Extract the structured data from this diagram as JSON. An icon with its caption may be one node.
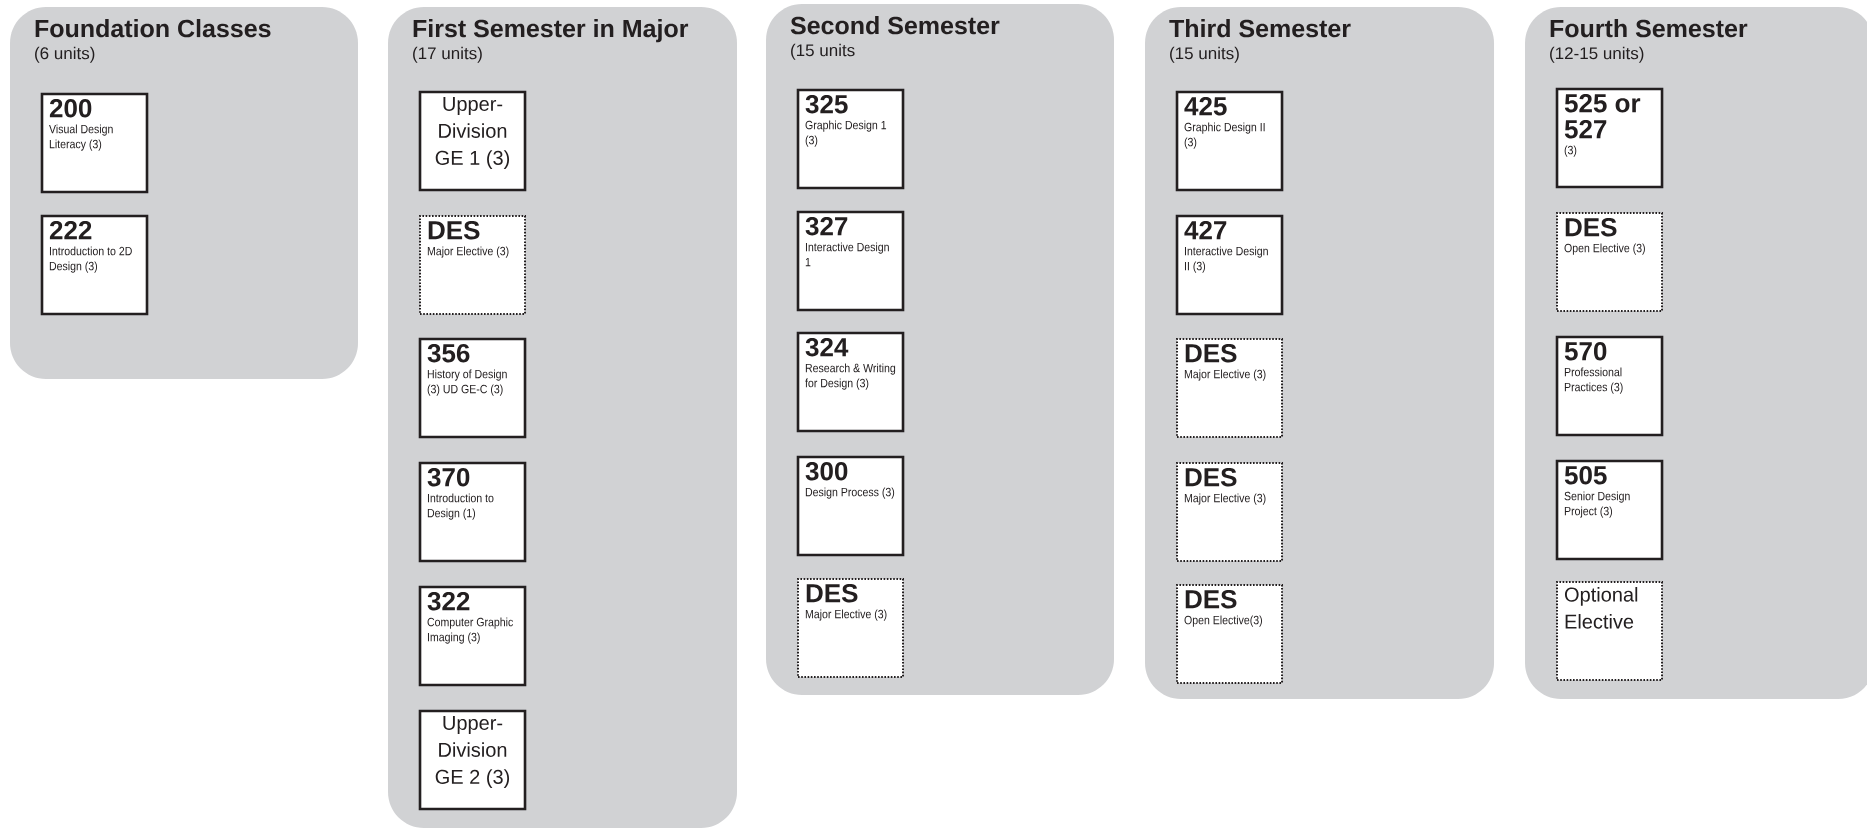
{
  "diagram": {
    "nodes": [
      {
        "text": [
          "Foundation Classes",
          "(6 units)"
        ]
      },
      {
        "text": [
          "200",
          "Visual Design Literacy (3)"
        ],
        "in": 0
      },
      {
        "text": [
          "222",
          "Introduction to 2D Design (3)"
        ],
        "in": 0
      },
      {
        "text": [
          "First Semester in Major",
          "(17 units)"
        ]
      },
      {
        "text": [
          "Upper-Division GE 1 (3)"
        ],
        "in": 3
      },
      {
        "text": [
          "DES",
          "Major Elective (3)"
        ],
        "in": 3
      },
      {
        "text": [
          "356",
          "History of Design (3) UD GE-C (3)"
        ],
        "in": 3
      },
      {
        "text": [
          "370",
          "Introduction to Design (1)"
        ],
        "in": 3
      },
      {
        "text": [
          "322",
          "Computer Graphic Imaging (3)"
        ],
        "in": 3
      },
      {
        "text": [
          "Upper-Division GE 2 (3)"
        ],
        "in": 3
      },
      {
        "text": [
          "Second Semester",
          "(15 units"
        ]
      },
      {
        "text": [
          "325",
          "Graphic Design 1 (3)"
        ],
        "in": 10
      },
      {
        "text": [
          "327",
          "Interactive Design 1"
        ],
        "in": 10
      },
      {
        "text": [
          "324",
          "Research & Writing for Design (3)"
        ],
        "in": 10
      },
      {
        "text": [
          "300",
          "Design Process (3)"
        ],
        "in": 10
      },
      {
        "text": [
          "DES",
          "Major Elective (3)"
        ],
        "in": 10
      },
      {
        "text": [
          "Third Semester",
          "(15 units)"
        ]
      },
      {
        "text": [
          "425",
          "Graphic Design II (3)"
        ],
        "in": 16
      },
      {
        "text": [
          "427",
          "Interactive Design II (3)"
        ],
        "in": 16
      },
      {
        "text": [
          "DES",
          "Major Elective (3)"
        ],
        "in": 16
      },
      {
        "text": [
          "DES",
          "Major Elective (3)"
        ],
        "in": 16
      },
      {
        "text": [
          "DES",
          "Open Elective(3)"
        ],
        "in": 16
      },
      {
        "text": [
          "Fourth Semester",
          "(12-15 units)"
        ]
      },
      {
        "text": [
          "525 or 527",
          "(3)"
        ],
        "in": 22
      },
      {
        "text": [
          "DES",
          "Open Elective (3)"
        ],
        "in": 22
      },
      {
        "text": [
          "570",
          "Professional Practices (3)"
        ],
        "in": 22
      },
      {
        "text": [
          "505",
          "Senior Design Project (3)"
        ],
        "in": 22
      },
      {
        "text": [
          "Optional Elective"
        ],
        "in": 22
      }
    ]
  }
}
